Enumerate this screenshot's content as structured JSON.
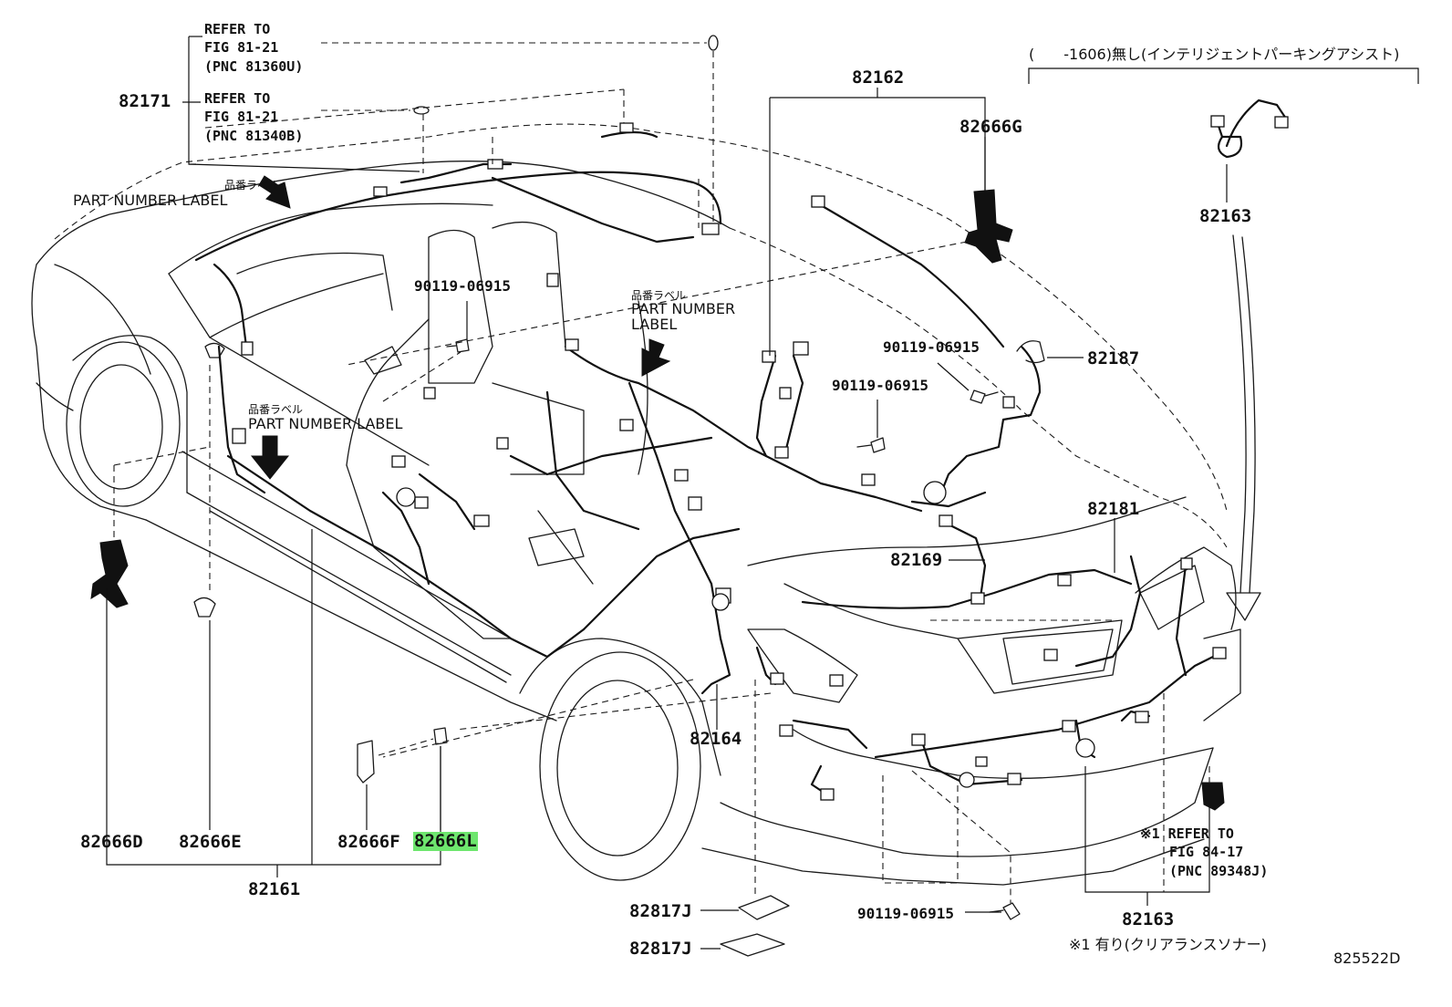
{
  "diagram": {
    "figure_id": "825522D",
    "highlighted_part": "82666L",
    "highlight_color": "#6ee66e",
    "callouts": {
      "p82171": "82171",
      "p82162": "82162",
      "p82666G": "82666G",
      "p82163_top": "82163",
      "p82187": "82187",
      "p82181": "82181",
      "p82169": "82169",
      "p82164": "82164",
      "p82666D": "82666D",
      "p82666E": "82666E",
      "p82666F": "82666F",
      "p82666L": "82666L",
      "p82161": "82161",
      "p82817J_a": "82817J",
      "p82817J_b": "82817J",
      "p82163_bottom": "82163",
      "bolt_a": "90119-06915",
      "bolt_b": "90119-06915",
      "bolt_c": "90119-06915",
      "bolt_d": "90119-06915"
    },
    "refs": {
      "ref1": [
        "REFER TO",
        "FIG 81-21",
        "(PNC 81360U)"
      ],
      "ref2": [
        "REFER TO",
        "FIG 81-21",
        "(PNC 81340B)"
      ],
      "ref3": [
        "※1 REFER TO",
        "FIG 84-17",
        "(PNC 89348J)"
      ]
    },
    "labels": {
      "pn_label_small": "品番ラベル",
      "pn_label_1": "PART NUMBER LABEL",
      "pn_label_2_line1": "PART NUMBER",
      "pn_label_2_line2": "LABEL",
      "pn_label_3": "PART NUMBER LABEL"
    },
    "notes": {
      "top_right": "(　　-1606)無し(インテリジェントパーキングアシスト)",
      "bottom": "※1 有り(クリアランスソナー)"
    }
  }
}
